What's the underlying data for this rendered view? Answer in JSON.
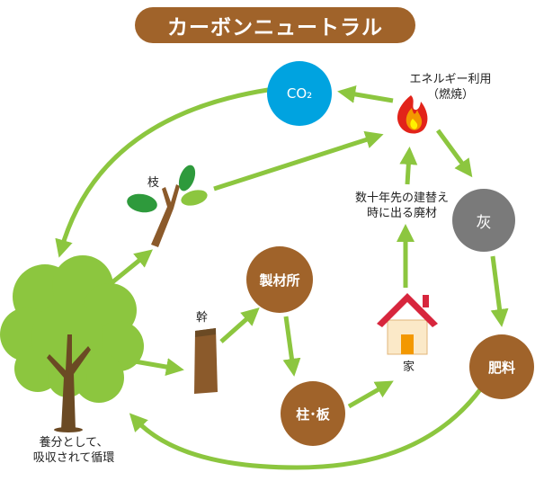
{
  "title": "カーボンニュートラル",
  "nodes": {
    "co2": "CO₂",
    "ash": "灰",
    "mill": "製材所",
    "post_board": "柱･板",
    "fertilizer": "肥料"
  },
  "labels": {
    "energy_line1": "エネルギー利用",
    "energy_line2": "（燃焼）",
    "demolition_line1": "数十年先の建替え",
    "demolition_line2": "時に出る廃材",
    "branch": "枝",
    "trunk": "幹",
    "house": "家",
    "nutrient_line1": "養分として、",
    "nutrient_line2": "吸収されて循環"
  },
  "colors": {
    "arrow": "#8cc63f",
    "brown": "#a0632a",
    "co2": "#00a3e0",
    "ash": "#7a7a7a",
    "tree_green": "#8cc63f",
    "leaf_green": "#2e9a3c",
    "house_roof": "#d7263d"
  }
}
